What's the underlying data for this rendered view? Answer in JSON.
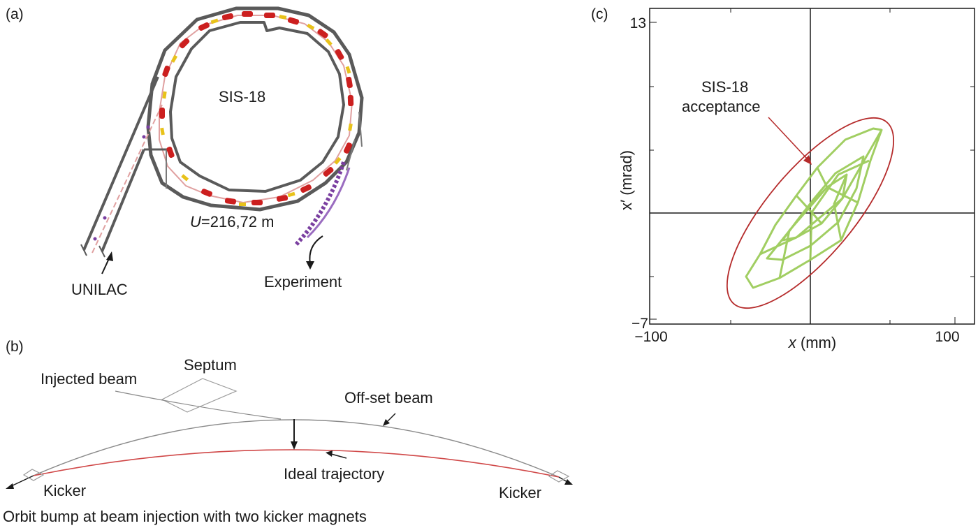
{
  "panel_a": {
    "letter": "(a)",
    "ring_name": "SIS-18",
    "circumference_var": "U",
    "circumference_value": "=216,72 m",
    "unilac_label": "UNILAC",
    "experiment_label": "Experiment"
  },
  "panel_b": {
    "letter": "(b)",
    "septum_label": "Septum",
    "injected_label": "Injected beam",
    "offset_label": "Off-set beam",
    "ideal_label": "Ideal trajectory",
    "kicker_left_label": "Kicker",
    "kicker_right_label": "Kicker",
    "caption": "Orbit bump at beam injection with two kicker magnets"
  },
  "panel_c": {
    "letter": "(c)",
    "ylabel": "x′ (mrad)",
    "xlabel_var": "x",
    "xlabel_unit": " (mm)",
    "y_top_tick": "13",
    "y_bottom_tick": "−7",
    "x_left_tick": "−100",
    "x_right_tick": "100",
    "acceptance_line1": "SIS-18",
    "acceptance_line2": "acceptance",
    "xlim": [
      -100,
      100
    ],
    "ylim": [
      -7,
      13
    ]
  },
  "colors": {
    "dipole": "#cc1f1f",
    "quadrupole": "#e8c21a",
    "ring_wall": "#5a5a5a",
    "beam": "#e0a0a0",
    "ideal_trajectory": "#d04848",
    "acceptance_ellipse": "#b52b2b",
    "phase_space": "#9ccc5a",
    "extraction": "#7a3fa0"
  }
}
